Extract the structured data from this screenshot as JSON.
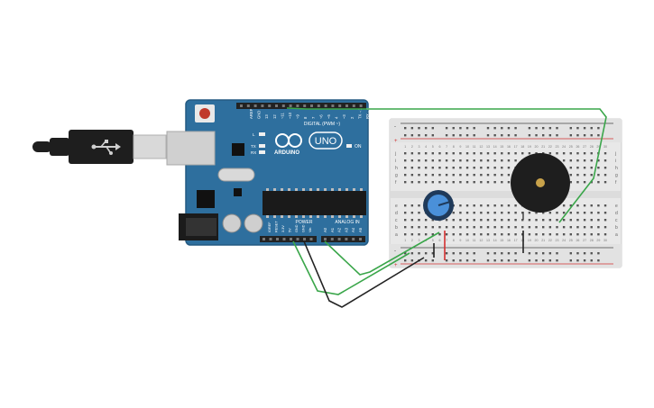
{
  "canvas": {
    "background": "#ffffff"
  },
  "arduino": {
    "board_name": "UNO",
    "brand": "ARDUINO",
    "digital_header_label": "DIGITAL (PWM ~)",
    "power_header_label": "POWER",
    "analog_header_label": "ANALOG IN",
    "on_label": "ON",
    "tx_label": "TX",
    "rx_label": "RX",
    "l_label": "L",
    "aref_label": "AREF",
    "gnd_label": "GND",
    "digital_pins": [
      "13",
      "12",
      "~11",
      "~10",
      "~9",
      "8",
      "7",
      "~6",
      "~5",
      "4",
      "~3",
      "2",
      "TX→1",
      "RX←0"
    ],
    "power_pins": [
      "IOREF",
      "RESET",
      "3.3V",
      "5V",
      "GND",
      "GND",
      "Vin"
    ],
    "analog_pins": [
      "A0",
      "A1",
      "A2",
      "A3",
      "A4",
      "A5"
    ],
    "colors": {
      "board": "#2e6f9e",
      "board_edge": "#245a82",
      "header": "#222222",
      "chip": "#1a1a1a"
    }
  },
  "usb_cable": {
    "plug_icon": "usb-icon",
    "colors": {
      "body": "#1e1e1e",
      "metal": "#d9d9d9"
    }
  },
  "breadboard": {
    "row_letters_top": [
      "j",
      "i",
      "h",
      "g",
      "f"
    ],
    "row_letters_bottom": [
      "e",
      "d",
      "c",
      "b",
      "a"
    ],
    "rail_plus": "+",
    "rail_minus": "-",
    "column_numbers": [
      "1",
      "2",
      "3",
      "4",
      "5",
      "6",
      "7",
      "8",
      "9",
      "10",
      "11",
      "12",
      "13",
      "14",
      "15",
      "16",
      "17",
      "18",
      "19",
      "20",
      "21",
      "22",
      "23",
      "24",
      "25",
      "26",
      "27",
      "28",
      "29",
      "30"
    ],
    "colors": {
      "body": "#e8e8e8",
      "hole": "#555555",
      "rail_red": "#d32f2f",
      "rail_black": "#444444"
    }
  },
  "components": {
    "potentiometer": {
      "icon": "potentiometer-icon",
      "knob_color": "#4a90d9"
    },
    "piezo_buzzer": {
      "icon": "buzzer-icon",
      "center_color": "#c8a24a"
    }
  },
  "wires": {
    "green": "#3aa64a",
    "black": "#222222",
    "red": "#d32f2f"
  }
}
